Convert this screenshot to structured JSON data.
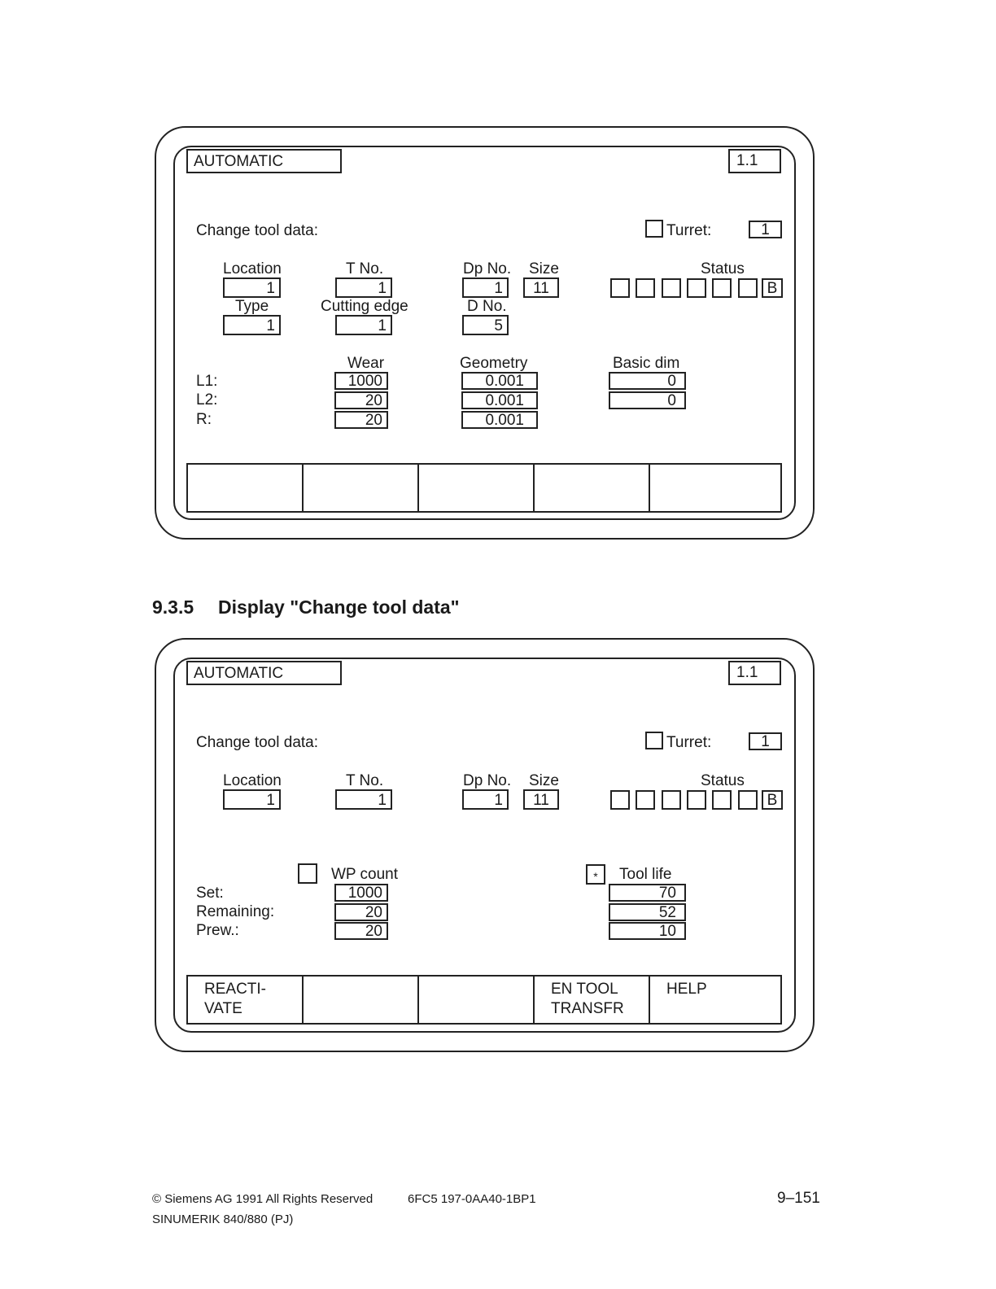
{
  "screen1": {
    "mode": "AUTOMATIC",
    "channel": "1.1",
    "title": "Change tool data:",
    "turret_label": "Turret:",
    "turret_value": "1",
    "labels": {
      "location": "Location",
      "tno": "T No.",
      "dpno": "Dp No.",
      "size": "Size",
      "status": "Status",
      "type": "Type",
      "cutting_edge": "Cutting edge",
      "dno": "D No."
    },
    "values": {
      "location": "1",
      "tno": "1",
      "dpno": "1",
      "size": "11",
      "type": "1",
      "cutting_edge": "1",
      "dno": "5"
    },
    "status_flag": "B",
    "table": {
      "col_wear": "Wear",
      "col_geometry": "Geometry",
      "col_basic": "Basic dim",
      "rows": [
        {
          "label": "L1:",
          "wear": "1000",
          "geometry": "0.001",
          "basic": "0"
        },
        {
          "label": "L2:",
          "wear": "20",
          "geometry": "0.001",
          "basic": "0"
        },
        {
          "label": "R:",
          "wear": "20",
          "geometry": "0.001"
        }
      ]
    },
    "softkeys": [
      "",
      "",
      "",
      "",
      ""
    ]
  },
  "section": {
    "number": "9.3.5",
    "title": "Display \"Change tool data\""
  },
  "screen2": {
    "mode": "AUTOMATIC",
    "channel": "1.1",
    "title": "Change tool data:",
    "turret_label": "Turret:",
    "turret_value": "1",
    "labels": {
      "location": "Location",
      "tno": "T No.",
      "dpno": "Dp No.",
      "size": "Size",
      "status": "Status"
    },
    "values": {
      "location": "1",
      "tno": "1",
      "dpno": "1",
      "size": "11"
    },
    "status_flag": "B",
    "wp_count_label": "WP count",
    "tool_life_label": "Tool life",
    "tool_life_mark": "*",
    "rows": [
      {
        "label": "Set:",
        "wp": "1000",
        "life": "70"
      },
      {
        "label": "Remaining:",
        "wp": "20",
        "life": "52"
      },
      {
        "label": "Prew.:",
        "wp": "20",
        "life": "10"
      }
    ],
    "softkeys": [
      "REACTI-\nVATE",
      "",
      "",
      "EN TOOL\nTRANSFR",
      "HELP"
    ]
  },
  "footer": {
    "copyright": "© Siemens AG  1991  All Rights Reserved",
    "order_no": "6FC5 197-0AA40-1BP1",
    "page": "9–151",
    "product": "SINUMERIK 840/880 (PJ)"
  }
}
